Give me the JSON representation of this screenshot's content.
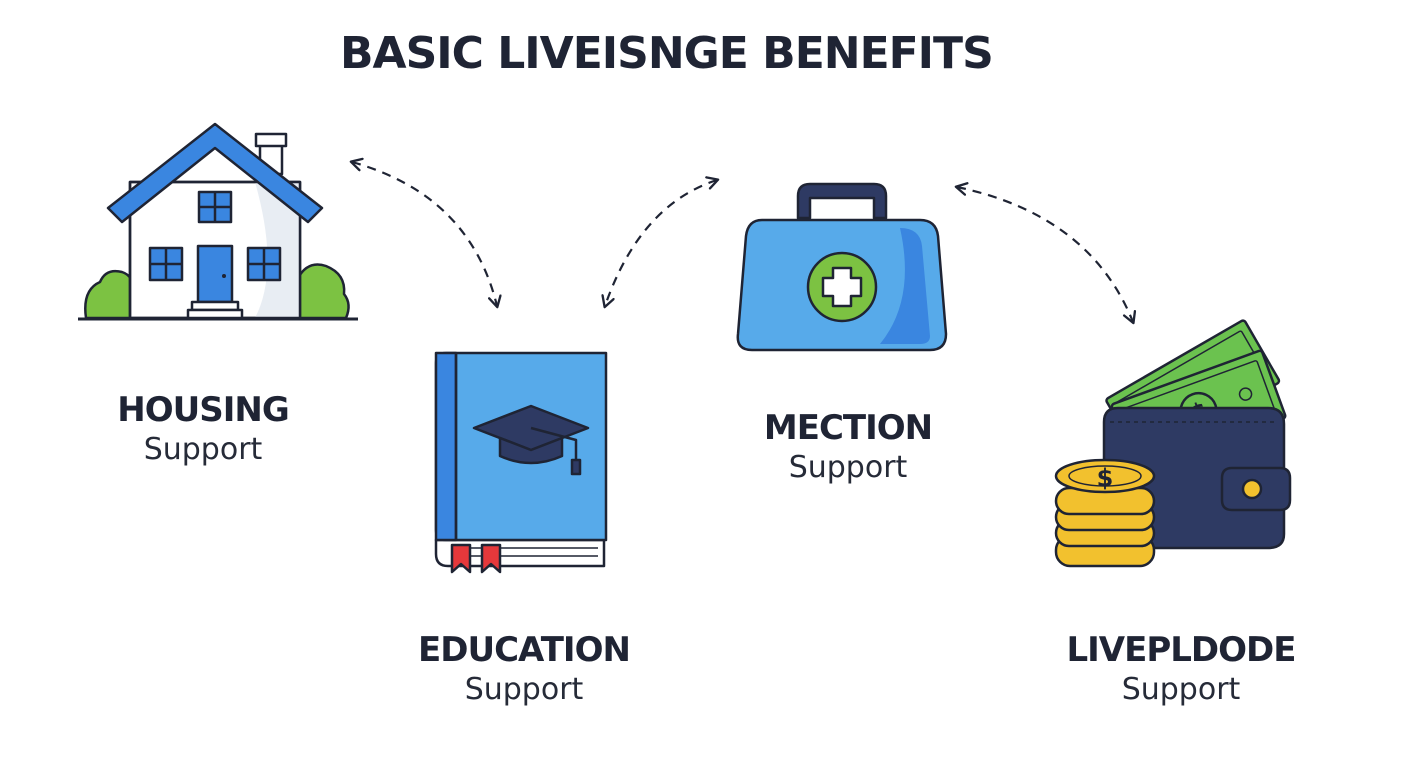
{
  "title": "BASIC LIVEISNGE BENEFITS",
  "benefits": [
    {
      "name": "HOUSING",
      "sub": "Support",
      "icon": "house-icon"
    },
    {
      "name": "EDUCATION",
      "sub": "Support",
      "icon": "book-graduation-cap-icon"
    },
    {
      "name": "MECTION",
      "sub": "Support",
      "icon": "medical-kit-icon"
    },
    {
      "name": "LIVEPLDODE",
      "sub": "Support",
      "icon": "wallet-money-icon"
    }
  ],
  "colors": {
    "blue": "#3a86e0",
    "light_blue": "#57aaea",
    "navy": "#2e3a63",
    "green": "#7cc242",
    "money_green": "#6bc24f",
    "gold": "#f2c12e",
    "red": "#e5383b",
    "outline": "#1f2434"
  }
}
